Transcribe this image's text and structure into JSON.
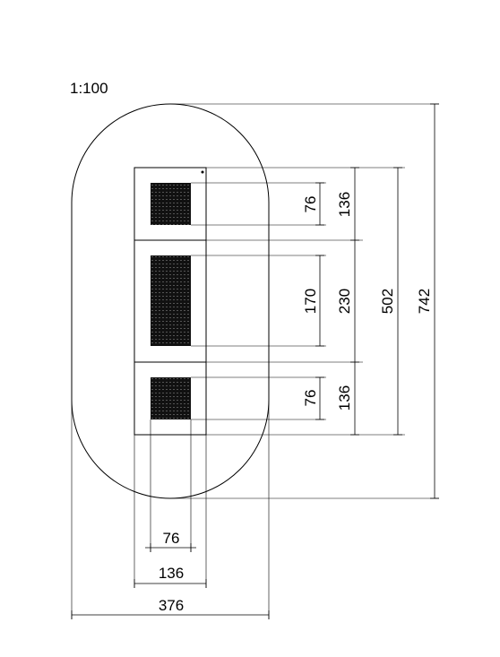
{
  "scale": "1:100",
  "dimensions": {
    "right": {
      "panel_top_inner": "76",
      "panel_top_outer": "136",
      "panel_mid_inner": "170",
      "panel_mid_outer": "230",
      "panel_bottom_inner": "76",
      "panel_bottom_outer": "136",
      "stack_total": "502",
      "overall": "742"
    },
    "bottom": {
      "panel_inner": "76",
      "panel_outer": "136",
      "overall": "376"
    }
  }
}
